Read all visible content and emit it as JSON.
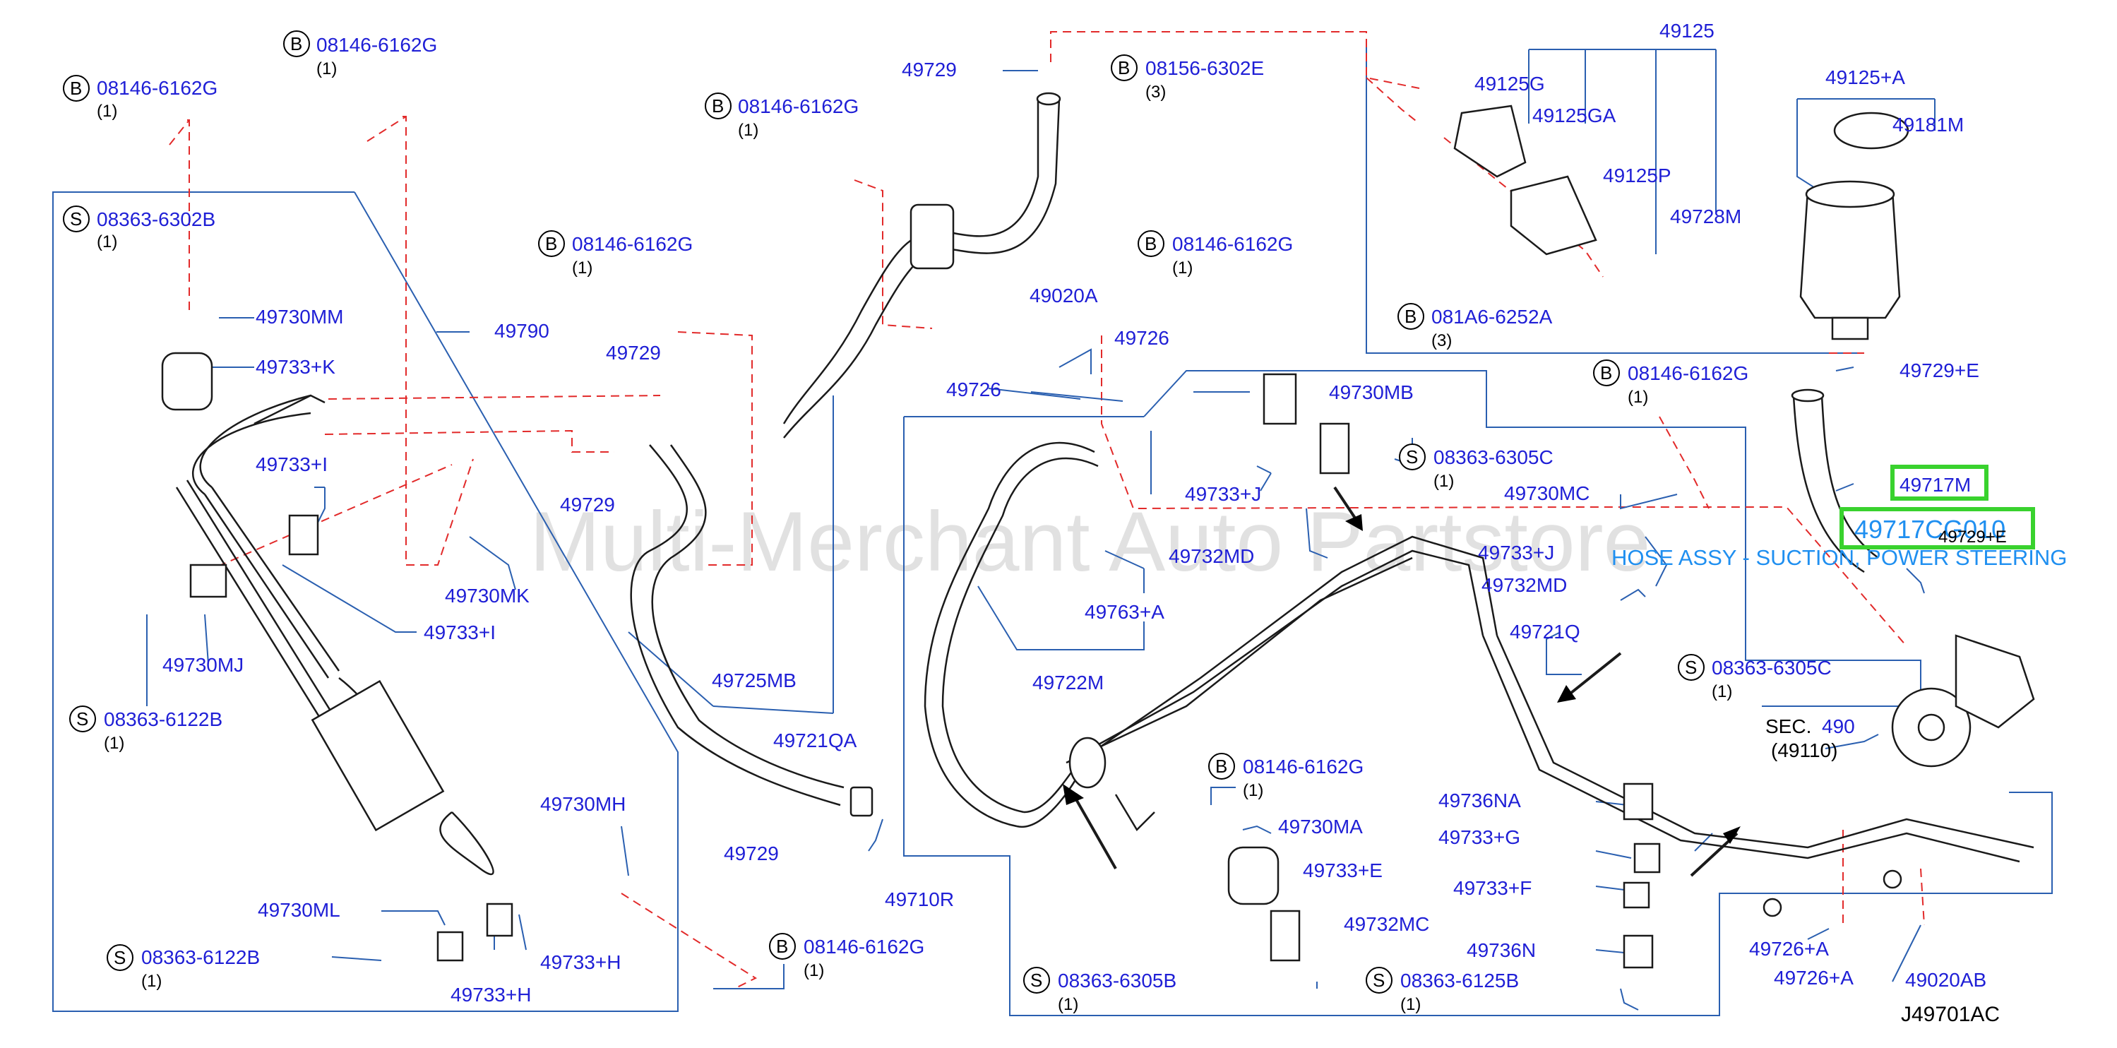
{
  "diagram": {
    "code": "J49701AC",
    "watermark": "Multi-Merchant Auto Partstore",
    "highlighted": {
      "part": "49717M",
      "part_number": "49717CG010",
      "ref": "49729+E",
      "description": "HOSE ASSY - SUCTION, POWER STEERING"
    },
    "section": {
      "prefix": "SEC.",
      "number": "490",
      "sub": "(49110)"
    },
    "callouts": [
      {
        "letter": "B",
        "part": "08146-6162G",
        "qty": "(1)"
      },
      {
        "letter": "B",
        "part": "08146-6162G",
        "qty": "(1)"
      },
      {
        "letter": "S",
        "part": "08363-6302B",
        "qty": "(1)"
      },
      {
        "letter": "B",
        "part": "08146-6162G",
        "qty": "(1)"
      },
      {
        "letter": "B",
        "part": "08146-6162G",
        "qty": "(1)"
      },
      {
        "letter": "B",
        "part": "08156-6302E",
        "qty": "(3)"
      },
      {
        "letter": "B",
        "part": "08146-6162G",
        "qty": "(1)"
      },
      {
        "letter": "B",
        "part": "081A6-6252A",
        "qty": "(3)"
      },
      {
        "letter": "B",
        "part": "08146-6162G",
        "qty": "(1)"
      },
      {
        "letter": "S",
        "part": "08363-6305C",
        "qty": "(1)"
      },
      {
        "letter": "S",
        "part": "08363-6305C",
        "qty": "(1)"
      },
      {
        "letter": "S",
        "part": "08363-6122B",
        "qty": "(1)"
      },
      {
        "letter": "S",
        "part": "08363-6122B",
        "qty": "(1)"
      },
      {
        "letter": "B",
        "part": "08146-6162G",
        "qty": "(1)"
      },
      {
        "letter": "B",
        "part": "08146-6162G",
        "qty": "(1)"
      },
      {
        "letter": "S",
        "part": "08363-6305B",
        "qty": "(1)"
      },
      {
        "letter": "S",
        "part": "08363-6125B",
        "qty": "(1)"
      }
    ],
    "labels": [
      "49730MM",
      "49733+K",
      "49790",
      "49733+I",
      "49729",
      "49729",
      "49730MK",
      "49733+I",
      "49730MJ",
      "49729",
      "49725MB",
      "49721QA",
      "49729",
      "49730MH",
      "49730ML",
      "49733+H",
      "49733+H",
      "49020A",
      "49726",
      "49726",
      "49730MB",
      "49733+J",
      "49732MD",
      "49763+A",
      "49722M",
      "49730MA",
      "49733+E",
      "49732MC",
      "49710R",
      "49125",
      "49125G",
      "49125GA",
      "49125P",
      "49728M",
      "49125+A",
      "49181M",
      "49729+E",
      "49730MC",
      "49733+J",
      "49732MD",
      "49721Q",
      "49736NA",
      "49733+G",
      "49733+F",
      "49736N",
      "49726+A",
      "49726+A",
      "49020AB"
    ]
  }
}
